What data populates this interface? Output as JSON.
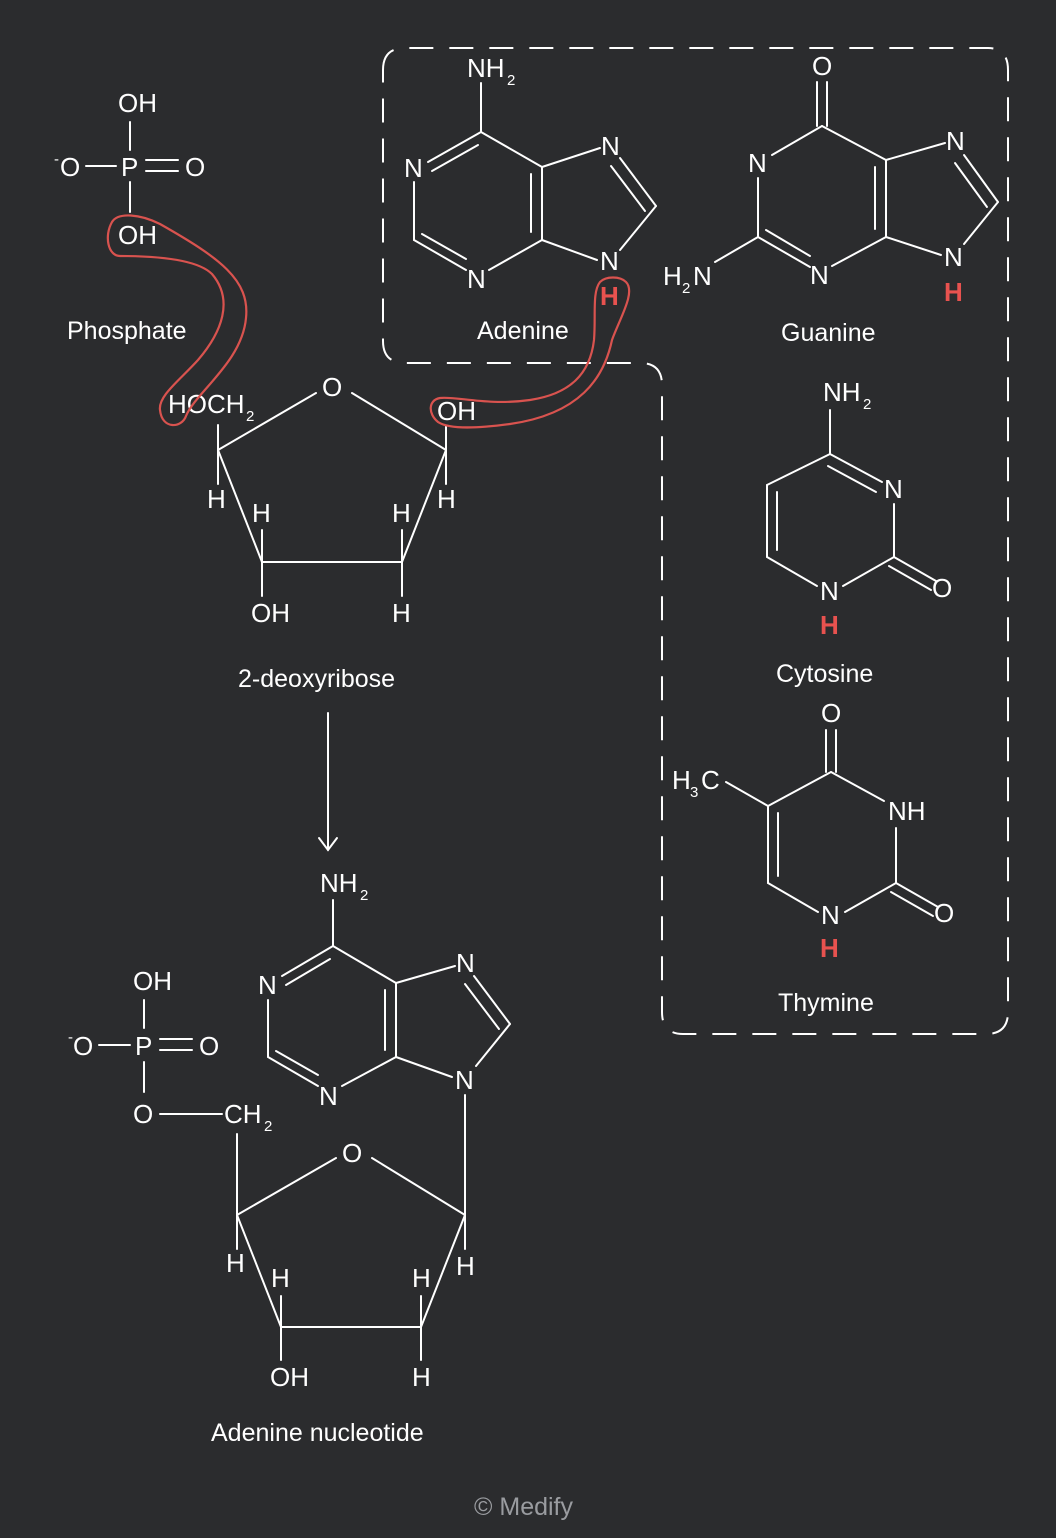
{
  "labels": {
    "phosphate": "Phosphate",
    "adenine": "Adenine",
    "guanine": "Guanine",
    "cytosine": "Cytosine",
    "thymine": "Thymine",
    "deoxyribose": "2-deoxyribose",
    "nucleotide": "Adenine nucleotide"
  },
  "atoms": {
    "oh": "OH",
    "o": "O",
    "p": "P",
    "n": "N",
    "nh": "NH",
    "h": "H",
    "c": "C",
    "ho_ch": "HOCH",
    "ch": "CH",
    "nh_base": "NH",
    "h2n_h": "H",
    "h2n_n": "N",
    "h3c_h": "H",
    "minus": "-",
    "two": "2",
    "three": "3"
  },
  "removed_h": "H",
  "copyright": "© Medify",
  "colors": {
    "background": "#2b2c2e",
    "foreground": "#ffffff",
    "highlight": "#e8524f"
  }
}
